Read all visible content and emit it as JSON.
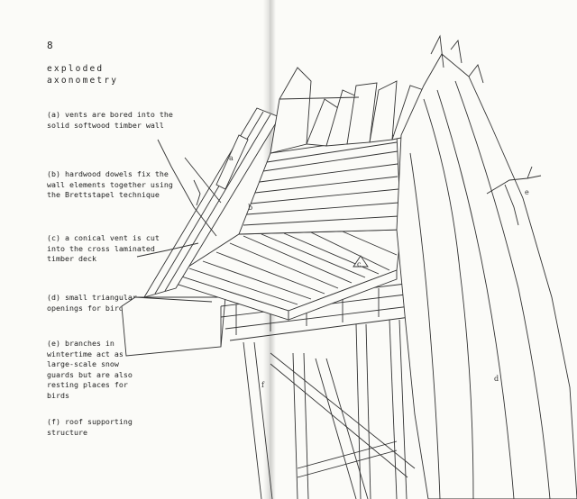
{
  "page": {
    "number": "8"
  },
  "title": {
    "line1": "exploded",
    "line2": "axonometry"
  },
  "captions": [
    {
      "id": "a",
      "text": "(a) vents are bored into the\nsolid softwood timber wall"
    },
    {
      "id": "b",
      "text": "(b) hardwood dowels fix the\nwall elements together using\nthe Brettstapel technique"
    },
    {
      "id": "c",
      "text": "(c) a conical vent is cut\ninto the cross laminated\ntimber deck"
    },
    {
      "id": "d",
      "text": "(d) small triangular\nopenings for birds"
    },
    {
      "id": "e",
      "text": "(e) branches in\nwintertime act as\nlarge-scale snow\nguards but are also\nresting places for\nbirds"
    },
    {
      "id": "f",
      "text": "(f) roof supporting\nstructure"
    }
  ],
  "drawing_markers": {
    "a": "a",
    "b": "b",
    "c": "c",
    "d": "d",
    "e": "e",
    "f": "f"
  }
}
